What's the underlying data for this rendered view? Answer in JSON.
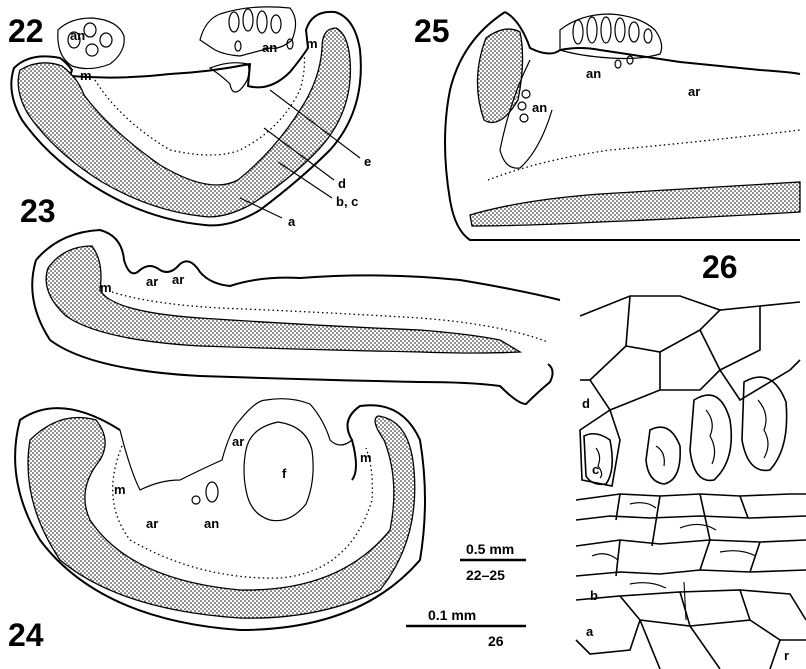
{
  "figures": {
    "f22": "22",
    "f23": "23",
    "f24": "24",
    "f25": "25",
    "f26": "26"
  },
  "labels": {
    "an": "an",
    "m": "m",
    "ar": "ar",
    "a": "a",
    "bc": "b, c",
    "b": "b",
    "c": "c",
    "d": "d",
    "e": "e",
    "f": "f",
    "r": "r"
  },
  "scales": {
    "large_value": "0.5 mm",
    "large_figs": "22–25",
    "small_value": "0.1 mm",
    "small_figs": "26"
  }
}
